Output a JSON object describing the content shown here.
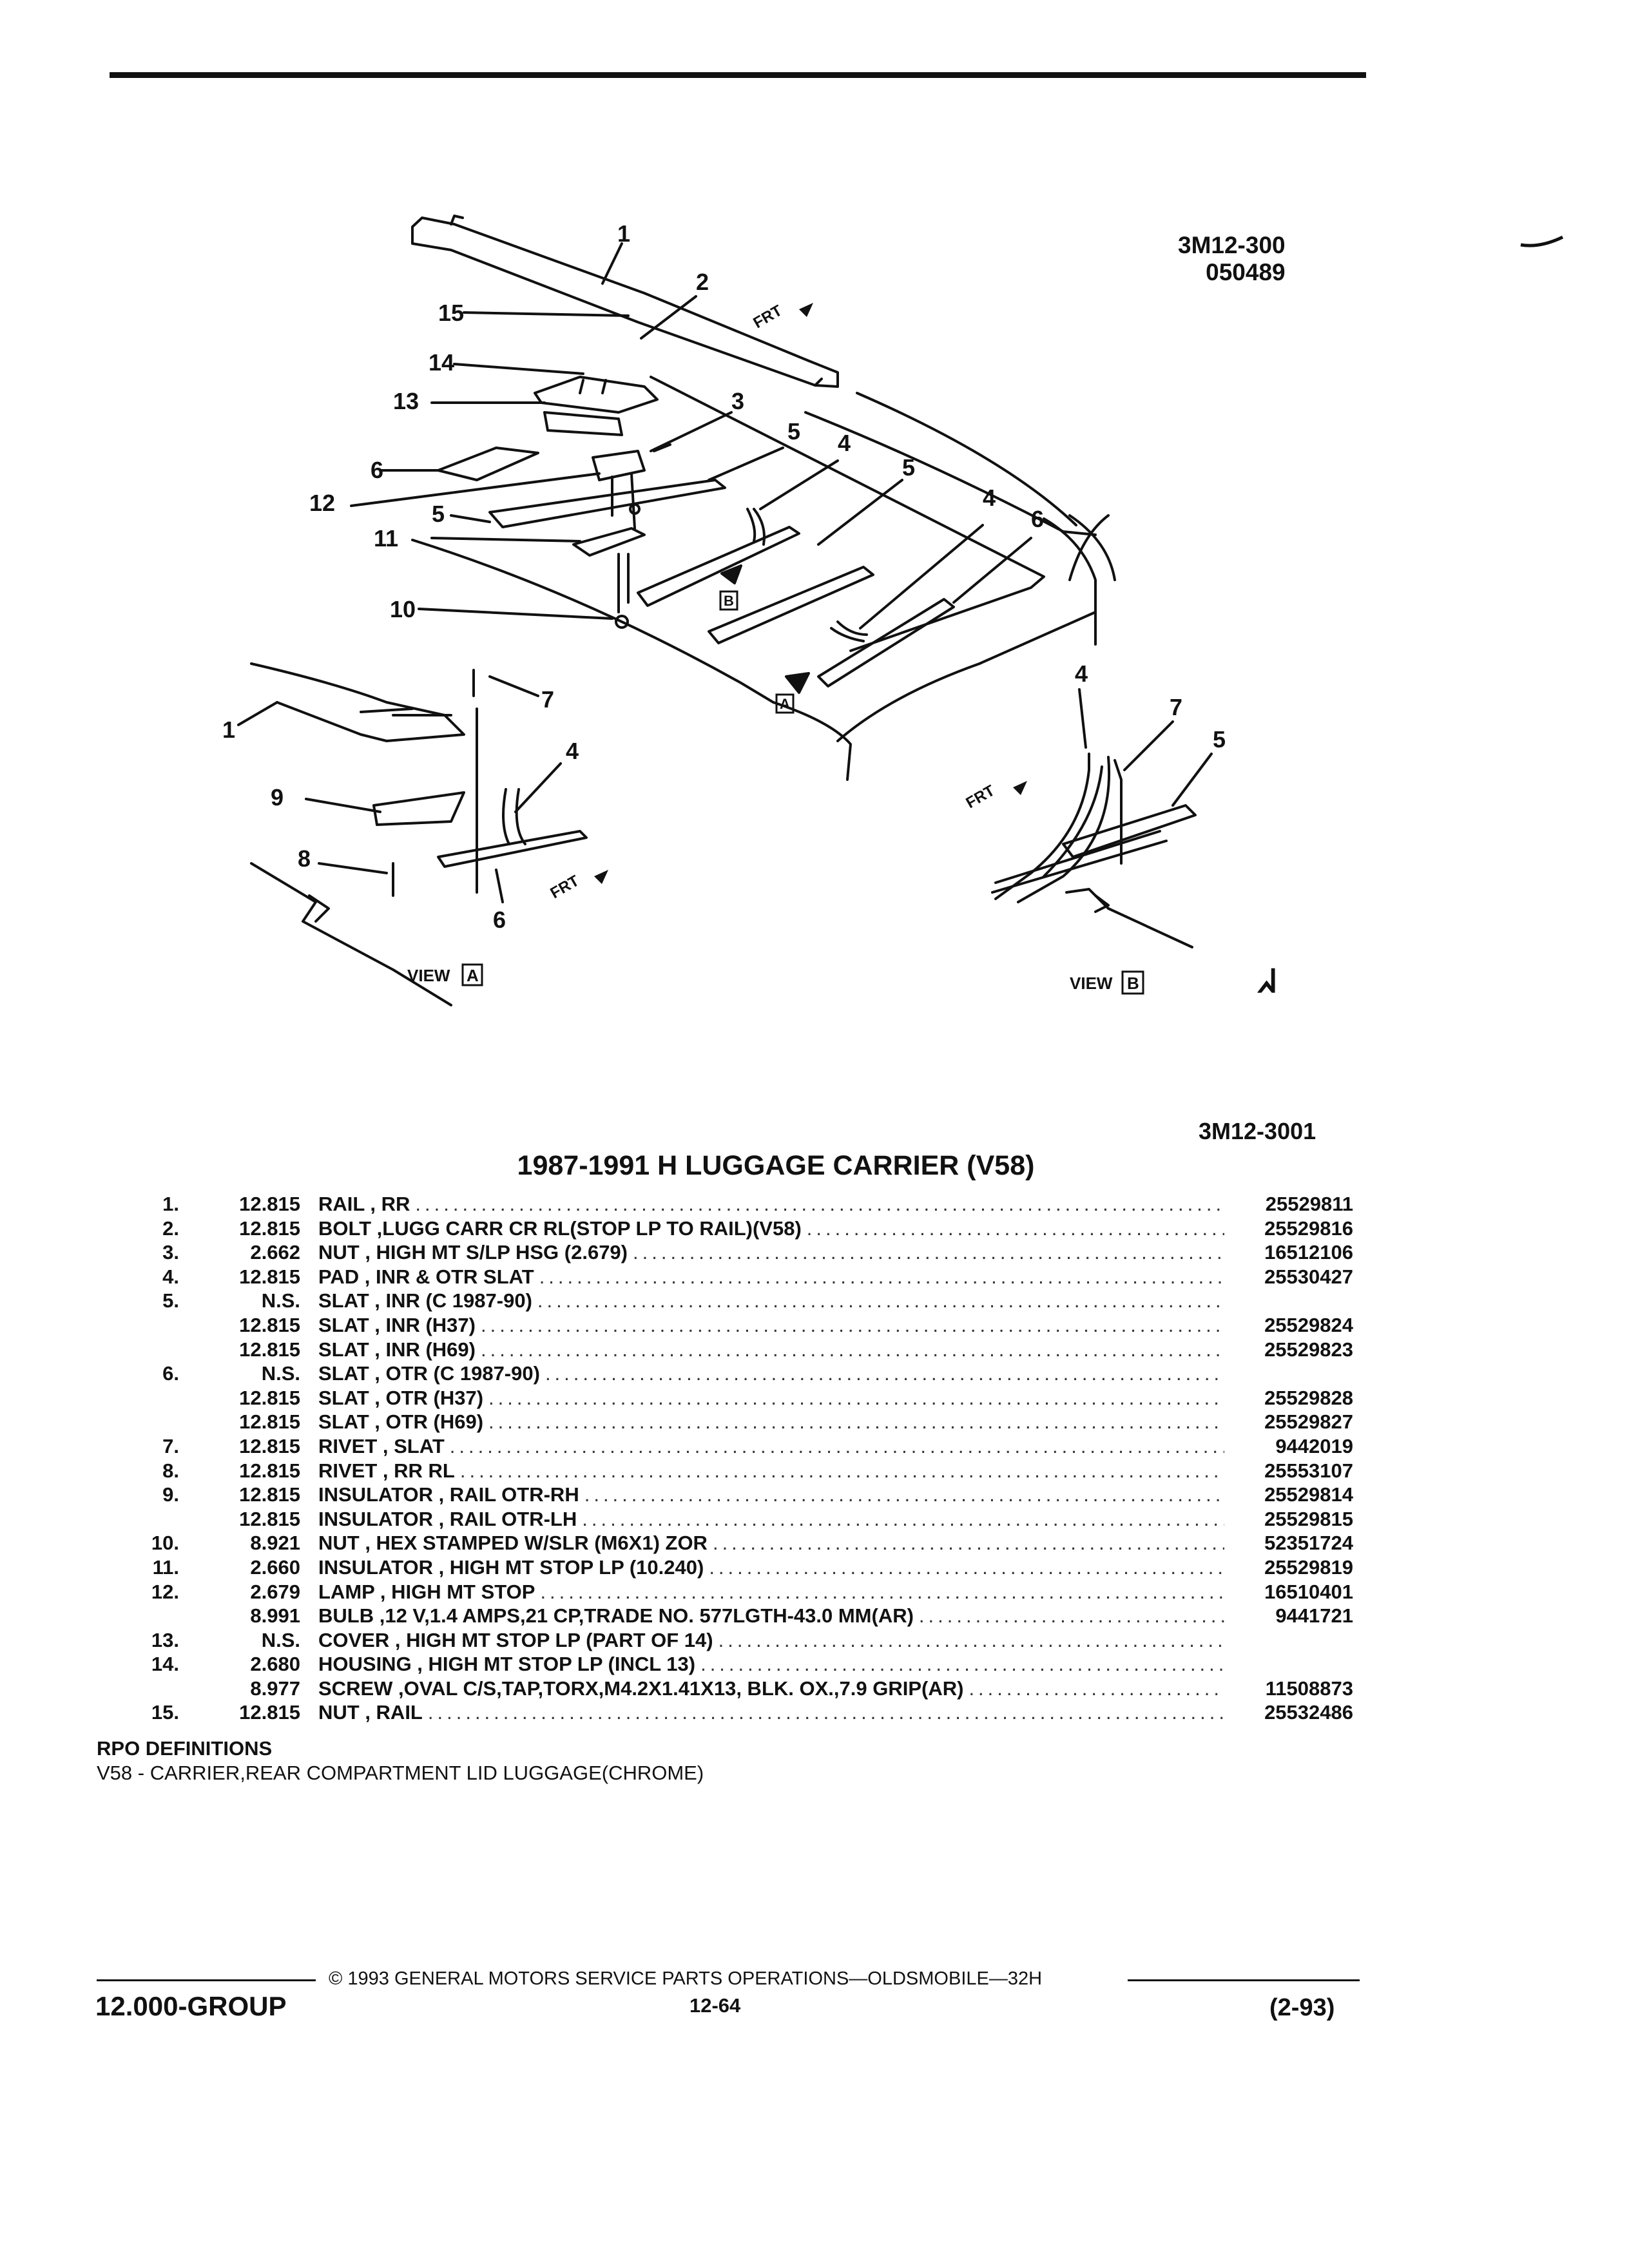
{
  "figure": {
    "id": "3M12-300",
    "date": "050489",
    "view_a_label": "VIEW",
    "view_a_box": "A",
    "view_b_label": "VIEW",
    "view_b_box": "B",
    "frt_label": "FRT",
    "callouts": {
      "c1": "1",
      "c2": "2",
      "c3": "3",
      "c4": "4",
      "c5": "5",
      "c6": "6",
      "c7": "7",
      "c8": "8",
      "c9": "9",
      "c10": "10",
      "c11": "11",
      "c12": "12",
      "c13": "13",
      "c14": "14",
      "c15": "15"
    },
    "marker_a": "A",
    "marker_b": "B",
    "gm_mark": "ᖽ"
  },
  "illustration_code": "3M12-3001",
  "title": "1987-1991 H LUGGAGE CARRIER (V58)",
  "parts": [
    {
      "no": "1.",
      "group": "12.815",
      "desc": "RAIL , RR",
      "part": "25529811"
    },
    {
      "no": "2.",
      "group": "12.815",
      "desc": "BOLT ,LUGG CARR CR RL(STOP LP TO RAIL)(V58)",
      "part": "25529816"
    },
    {
      "no": "3.",
      "group": "2.662",
      "desc": "NUT , HIGH MT S/LP HSG (2.679)",
      "part": "16512106"
    },
    {
      "no": "4.",
      "group": "12.815",
      "desc": "PAD , INR & OTR SLAT",
      "part": "25530427"
    },
    {
      "no": "5.",
      "group": "N.S.",
      "desc": "SLAT , INR (C 1987-90)",
      "part": ""
    },
    {
      "no": "",
      "group": "12.815",
      "desc": "SLAT , INR (H37)",
      "part": "25529824"
    },
    {
      "no": "",
      "group": "12.815",
      "desc": "SLAT , INR (H69)",
      "part": "25529823"
    },
    {
      "no": "6.",
      "group": "N.S.",
      "desc": "SLAT , OTR (C 1987-90)",
      "part": ""
    },
    {
      "no": "",
      "group": "12.815",
      "desc": "SLAT , OTR (H37)",
      "part": "25529828"
    },
    {
      "no": "",
      "group": "12.815",
      "desc": "SLAT , OTR (H69)",
      "part": "25529827"
    },
    {
      "no": "7.",
      "group": "12.815",
      "desc": "RIVET , SLAT",
      "part": "9442019"
    },
    {
      "no": "8.",
      "group": "12.815",
      "desc": "RIVET , RR RL",
      "part": "25553107"
    },
    {
      "no": "9.",
      "group": "12.815",
      "desc": "INSULATOR , RAIL OTR-RH",
      "part": "25529814"
    },
    {
      "no": "",
      "group": "12.815",
      "desc": "INSULATOR , RAIL OTR-LH",
      "part": "25529815"
    },
    {
      "no": "10.",
      "group": "8.921",
      "desc": "NUT , HEX STAMPED W/SLR (M6X1) ZOR",
      "part": "52351724"
    },
    {
      "no": "11.",
      "group": "2.660",
      "desc": "INSULATOR , HIGH MT STOP LP (10.240)",
      "part": "25529819"
    },
    {
      "no": "12.",
      "group": "2.679",
      "desc": "LAMP , HIGH MT STOP",
      "part": "16510401"
    },
    {
      "no": "",
      "group": "8.991",
      "desc": "BULB ,12 V,1.4 AMPS,21 CP,TRADE NO. 577LGTH-43.0 MM(AR)",
      "part": "9441721"
    },
    {
      "no": "13.",
      "group": "N.S.",
      "desc": "COVER , HIGH MT STOP LP (PART OF 14)",
      "part": ""
    },
    {
      "no": "14.",
      "group": "2.680",
      "desc": "HOUSING , HIGH MT STOP LP (INCL 13)",
      "part": ""
    },
    {
      "no": "",
      "group": "8.977",
      "desc": "SCREW ,OVAL C/S,TAP,TORX,M4.2X1.41X13, BLK. OX.,7.9 GRIP(AR)",
      "part": "11508873"
    },
    {
      "no": "15.",
      "group": "12.815",
      "desc": "NUT , RAIL",
      "part": "25532486"
    }
  ],
  "rpo": {
    "heading": "RPO DEFINITIONS",
    "line": "V58 - CARRIER,REAR COMPARTMENT LID LUGGAGE(CHROME)"
  },
  "footer": {
    "copyright": "© 1993  GENERAL MOTORS SERVICE PARTS OPERATIONS—OLDSMOBILE—32H",
    "group": "12.000-GROUP",
    "page": "12-64",
    "date": "(2-93)"
  }
}
